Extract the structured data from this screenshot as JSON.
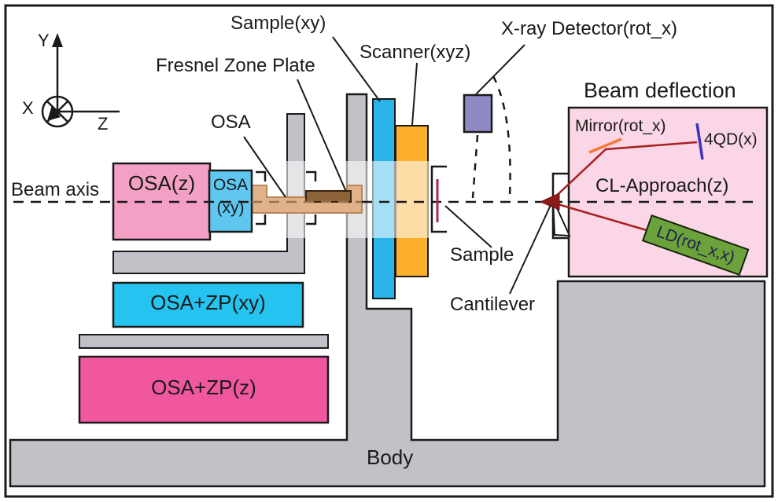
{
  "labels": {
    "sample_xy": "Sample(xy)",
    "fresnel_zone_plate": "Fresnel Zone Plate",
    "scanner": "Scanner(xyz)",
    "xray_detector": "X-ray Detector(rot_x)",
    "beam_deflection": "Beam deflection",
    "osa": "OSA",
    "beam_axis": "Beam axis",
    "osa_z": "OSA(z)",
    "osa_xy_line1": "OSA",
    "osa_xy_line2": "(xy)",
    "osa_zp_xy": "OSA+ZP(xy)",
    "osa_zp_z": "OSA+ZP(z)",
    "sample": "Sample",
    "cantilever": "Cantilever",
    "body": "Body",
    "mirror": "Mirror(rot_x)",
    "qd": "4QD(x)",
    "cl_approach": "CL-Approach(z)",
    "ld": "LD(rot_x,x)",
    "axis_x": "X",
    "axis_y": "Y",
    "axis_z": "Z"
  },
  "colors": {
    "text": "#1a1a1a",
    "outline": "#1a1a1a",
    "gray": "#c1c1c8",
    "osa_z_pink": "#f4a0c4",
    "osa_xy_blue": "#5fc6f0",
    "osa_zp_cyan": "#25c3f0",
    "osa_zp_magenta": "#f0579f",
    "column_blue": "#29b3e8",
    "column_orange": "#fbaf2b",
    "detector_purple": "#8f8ac6",
    "deflection_pink": "#fad6e6",
    "tube_tan": "#dfb28a",
    "tube_tan_border": "#b98756",
    "fzp_brown": "#8c6239",
    "ld_green": "#6ca23c",
    "laser_red": "#a82020",
    "mirror_orange": "#f5793b",
    "qd_blue": "#3c34bb",
    "sample_red": "#a8294e",
    "cantilever_maroon": "#8e1b1b",
    "beam_band": "rgba(255,255,255,0.58)",
    "beam_dash_on_tube": "#9b7350"
  }
}
